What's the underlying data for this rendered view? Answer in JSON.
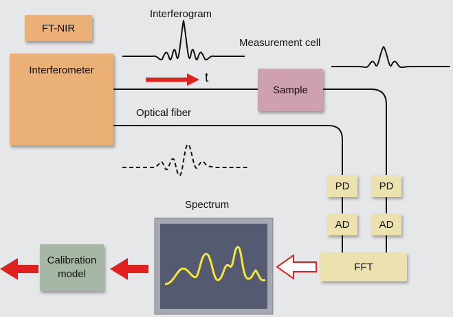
{
  "labels": {
    "ftnir": "FT-NIR",
    "interferometer": "Interferometer",
    "interferogram": "Interferogram",
    "measurement_cell": "Measurement cell",
    "time_axis": "t",
    "sample": "Sample",
    "optical_fiber": "Optical fiber",
    "pd_left": "PD",
    "pd_right": "PD",
    "ad_left": "AD",
    "ad_right": "AD",
    "fft": "FFT",
    "spectrum": "Spectrum",
    "calibration_line1": "Calibration",
    "calibration_line2": "model"
  },
  "colors": {
    "background": "#e6e7e8",
    "interferometer_box": "#eab075",
    "sample_box": "#cfa0ad",
    "electronics_box": "#ece2b0",
    "calibration_box": "#a6b8a5",
    "arrow_red": "#e0211d",
    "spectrum_trace": "#f5e63a",
    "monitor_screen": "#545b70",
    "monitor_frame": "#a7a9b2"
  },
  "icons": [
    "red-arrow-right-icon",
    "hollow-red-arrow-icon"
  ]
}
